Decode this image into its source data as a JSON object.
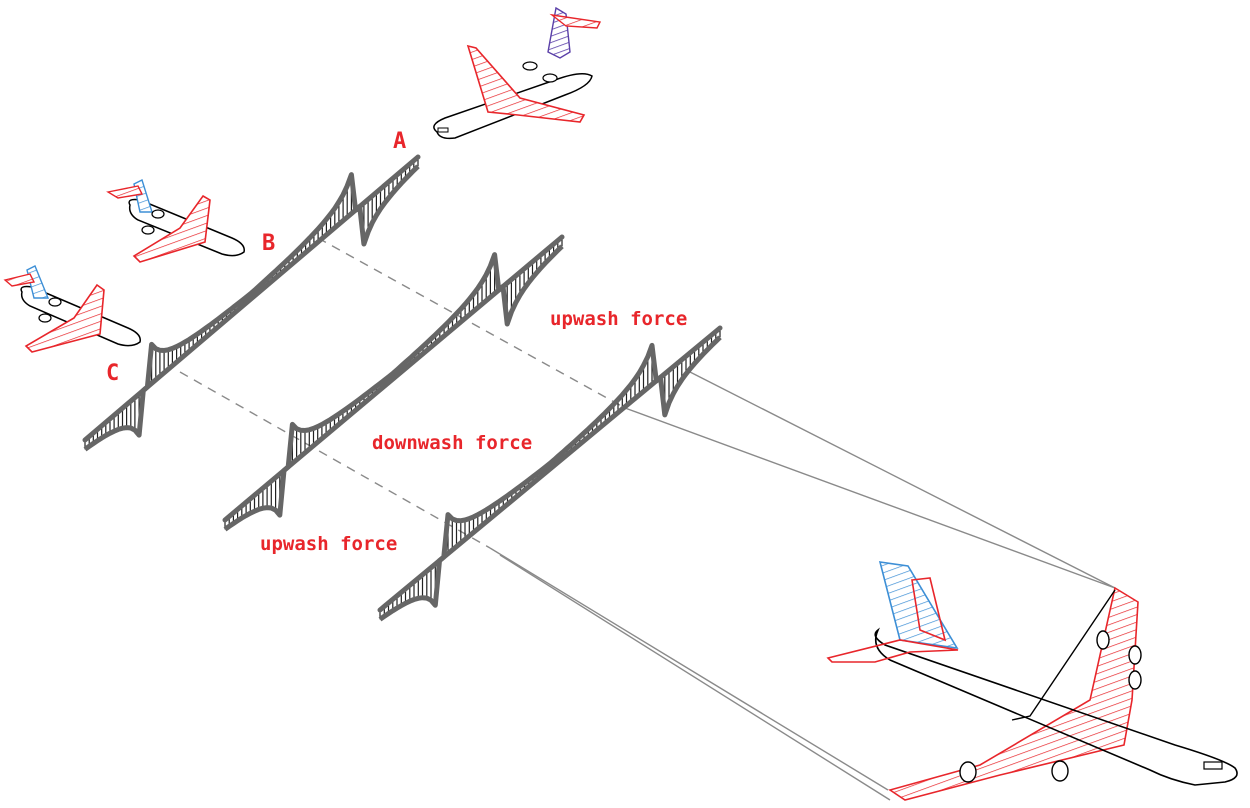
{
  "labels": {
    "point_a": "A",
    "point_b": "B",
    "point_c": "C",
    "upwash_top": "upwash force",
    "downwash_mid": "downwash force",
    "upwash_bottom": "upwash force"
  },
  "colors": {
    "label": "#e8262b",
    "wake": "#666666",
    "plane_outline": "#000000",
    "hatch_red": "#e8262b",
    "hatch_blue": "#3d8fd6",
    "hatch_purple": "#5a3fa8",
    "guide_line": "#8a8a8a"
  }
}
